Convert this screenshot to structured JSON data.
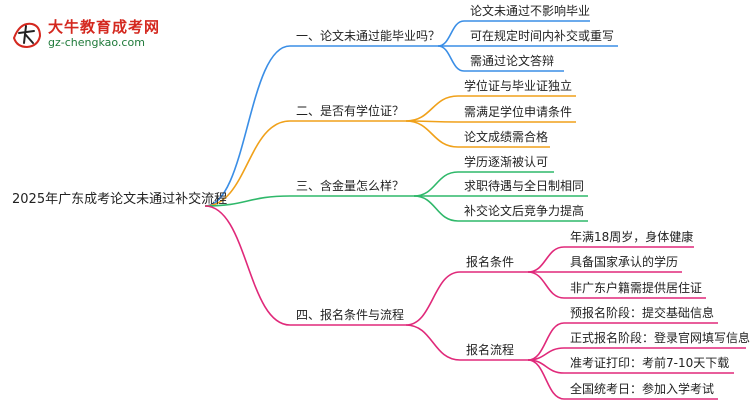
{
  "logo": {
    "title": "大牛教育成考网",
    "url": "gz-chengkao.com",
    "mark_text": "大牛"
  },
  "root": {
    "label": "2025年广东成考论文未通过补交流程"
  },
  "colors": {
    "blue": "#3a8ee6",
    "orange": "#f0a11a",
    "green": "#2fb86a",
    "pink": "#e0297a"
  },
  "branches": [
    {
      "label": "一、论文未通过能毕业吗？",
      "color": "blue",
      "children": [
        "论文未通过不影响毕业",
        "可在规定时间内补交或重写",
        "需通过论文答辩"
      ]
    },
    {
      "label": "二、是否有学位证？",
      "color": "orange",
      "children": [
        "学位证与毕业证独立",
        "需满足学位申请条件",
        "论文成绩需合格"
      ]
    },
    {
      "label": "三、含金量怎么样？",
      "color": "green",
      "children": [
        "学历逐渐被认可",
        "求职待遇与全日制相同",
        "补交论文后竞争力提高"
      ]
    },
    {
      "label": "四、报名条件与流程",
      "color": "pink",
      "groups": [
        {
          "label": "报名条件",
          "children": [
            "年满18周岁，身体健康",
            "具备国家承认的学历",
            "非广东户籍需提供居住证"
          ]
        },
        {
          "label": "报名流程",
          "children": [
            "预报名阶段：提交基础信息",
            "正式报名阶段：登录官网填写信息",
            "准考证打印：考前7-10天下载",
            "全国统考日：参加入学考试"
          ]
        }
      ]
    }
  ]
}
